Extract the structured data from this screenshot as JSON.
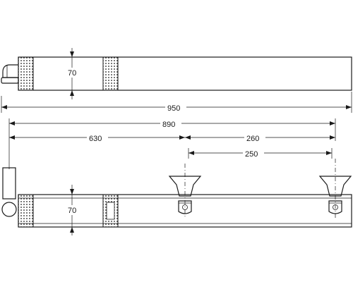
{
  "dimensions": {
    "top_height": "70",
    "overall_length": "950",
    "mount_span": "890",
    "first_mount": "630",
    "mount_spacing": "260",
    "bracket_spacing": "250",
    "bottom_height": "70"
  },
  "colors": {
    "line": "#1a1a1a",
    "background": "#ffffff"
  }
}
